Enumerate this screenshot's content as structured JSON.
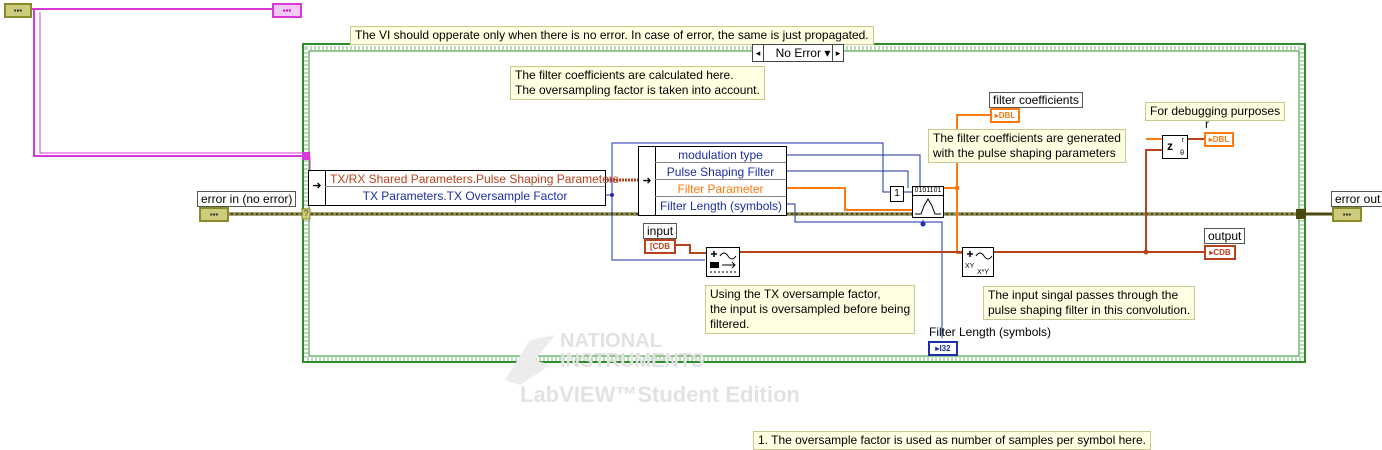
{
  "terminals": {
    "error_in_top": "",
    "error_out_top": "",
    "error_in_label": "error in (no error)",
    "error_out_label": "error out",
    "input_label": "input",
    "input_type": "CDB",
    "filter_coefficients_label": "filter coefficients",
    "filter_coefficients_type": "DBL",
    "r_label": "r",
    "r_type": "DBL",
    "output_label": "output",
    "output_type": "CDB",
    "filter_length_label": "Filter Length (symbols)",
    "filter_length_type": "I32"
  },
  "case_structure": {
    "selector": "No Error ▾",
    "note": "The VI should opperate only when there is no error. In case of error, the same is just propagated."
  },
  "unbundle_left": {
    "rows": [
      "TX/RX Shared Parameters.Pulse Shaping Parameters",
      "TX Parameters.TX Oversample Factor"
    ]
  },
  "unbundle_right": {
    "rows": [
      "modulation type",
      "Pulse Shaping Filter",
      "Filter Parameter",
      "Filter Length (symbols)"
    ]
  },
  "constants": {
    "one": "1",
    "bits": "0101101"
  },
  "notes": {
    "filter_calc": "The filter coefficients are calculated here.\nThe oversampling factor is taken into account.",
    "filter_gen": "The filter coefficients are generated\nwith the pulse shaping parameters",
    "debug": "For debugging purposes",
    "oversample": "Using the TX oversample factor,\nthe input is oversampled before being\nfiltered.",
    "convolution": "The input singal passes through the\npulse shaping filter in this convolution.",
    "footnote": "1. The oversample factor is used as number of samples per symbol here."
  },
  "icons": {
    "z_node": "z",
    "xy_node": "XY\nX*Y"
  },
  "watermark": {
    "line1": "NATIONAL",
    "line2": "INSTRUMENTS",
    "line3": "LabVIEW™Student Edition"
  },
  "colors": {
    "error_wire": "#4a4a10",
    "error_wire_light": "#cccc7a",
    "cluster_wire": "#d838d8",
    "numeric_dbl": "#ff7a0e",
    "numeric_int": "#1a2fa8",
    "case_border": "#2e8b2e",
    "case_hatch": "#cfe8cf",
    "note_bg": "#ffffe1"
  }
}
